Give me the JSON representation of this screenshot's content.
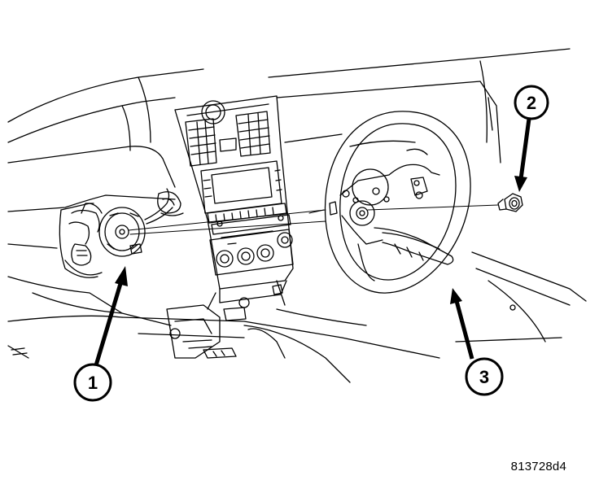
{
  "figure": {
    "id": "813728d4",
    "background": "#ffffff",
    "line_color": "#000000"
  },
  "callouts": [
    {
      "number": "1",
      "target": "clockspring"
    },
    {
      "number": "2",
      "target": "steering-wheel-retaining-nut"
    },
    {
      "number": "3",
      "target": "steering-wheel"
    }
  ]
}
